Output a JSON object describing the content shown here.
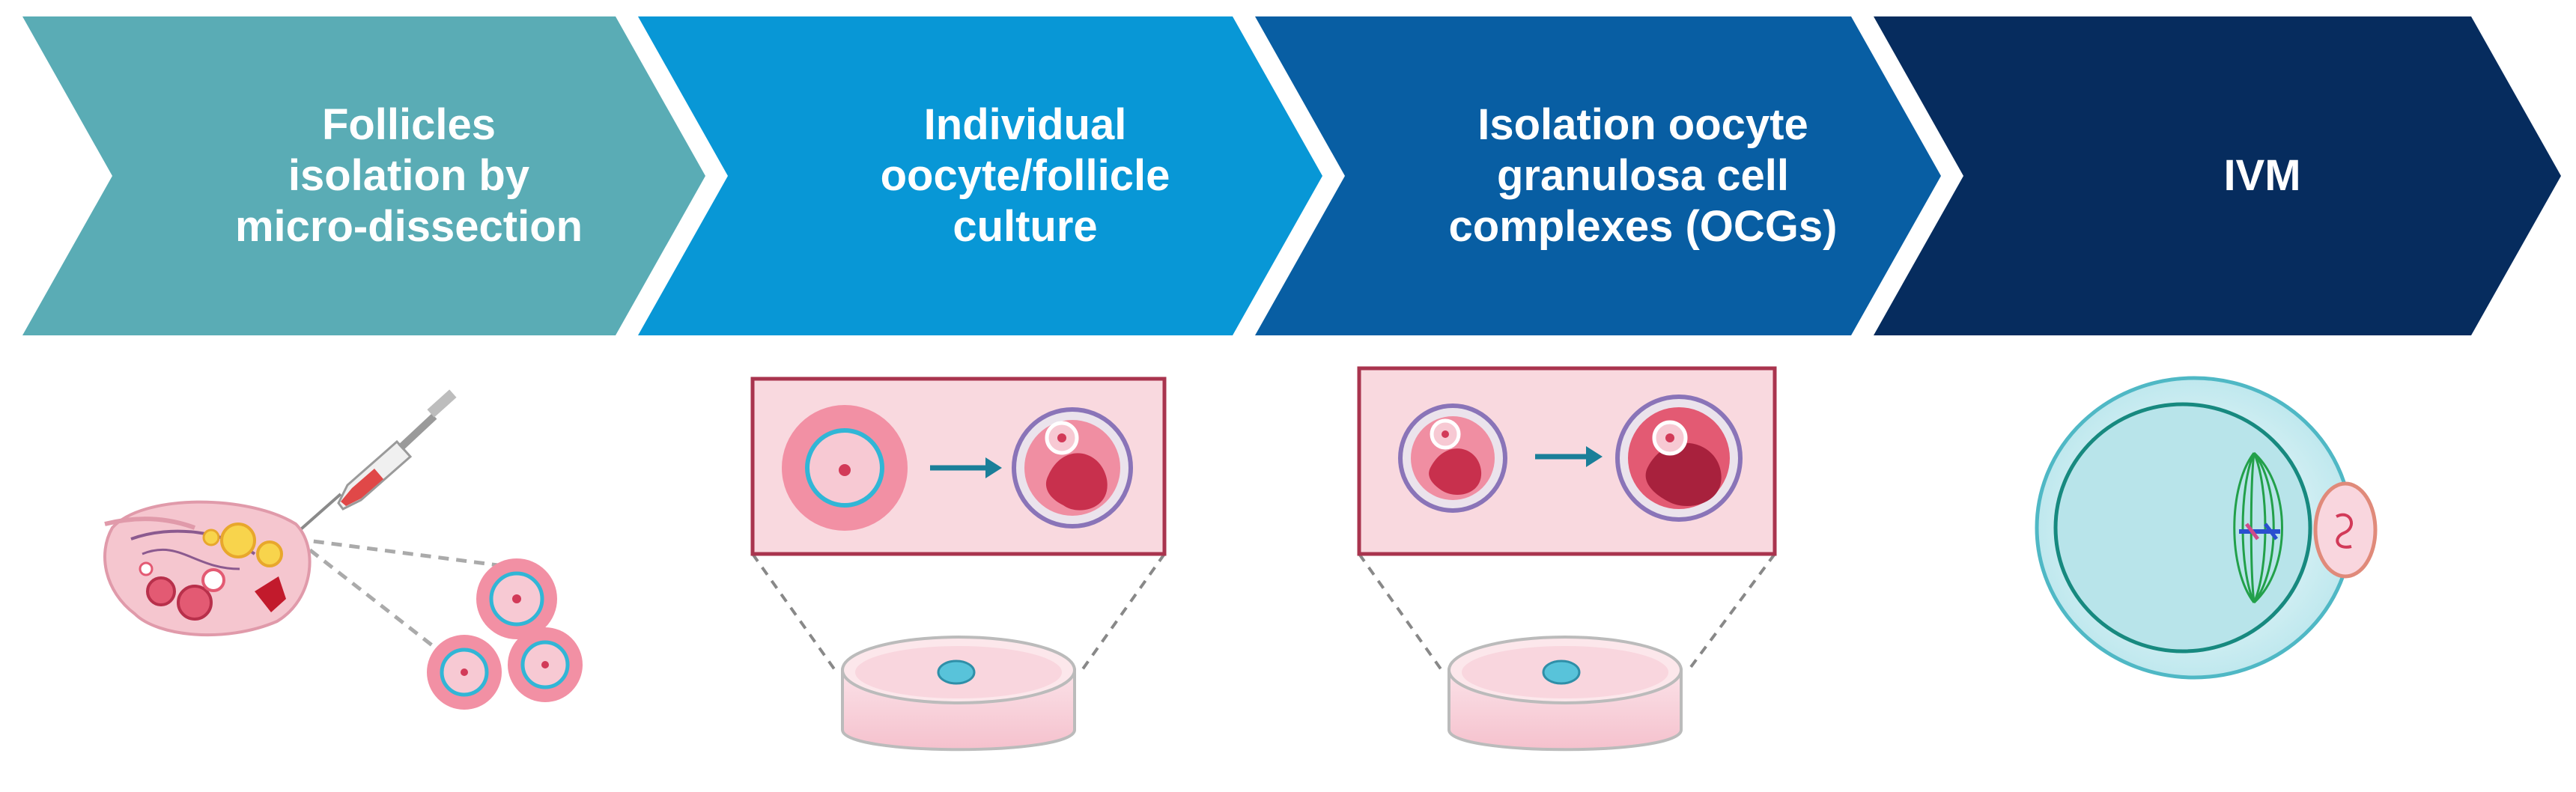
{
  "steps": [
    {
      "lines": [
        "Follicles",
        "isolation by",
        "micro-dissection"
      ],
      "color": "#5aacb5",
      "illustration": "ovary-syringe-follicles"
    },
    {
      "lines": [
        "Individual",
        "oocyte/follicle",
        "culture"
      ],
      "color": "#0897d6",
      "illustration": "follicle-culture-petri-dish"
    },
    {
      "lines": [
        "Isolation oocyte",
        "granulosa cell",
        "complexes (OCGs)"
      ],
      "color": "#085ea3",
      "illustration": "ocg-culture-petri-dish"
    },
    {
      "lines": [
        "IVM"
      ],
      "color": "#062c5e",
      "illustration": "oocyte-meiotic-spindle-polar-body"
    }
  ],
  "colors": {
    "pink_light": "#f7c9d3",
    "pink_mid": "#f08ea2",
    "pink_dark": "#d23a58",
    "cyan_ring": "#31b6d6",
    "oocyte_pale": "#c7ecef",
    "spindle_green": "#22a04a"
  }
}
